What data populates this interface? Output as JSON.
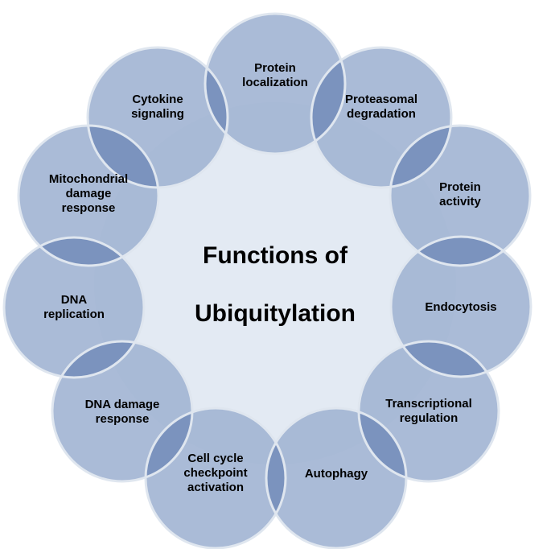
{
  "diagram": {
    "type": "radial-venn",
    "center_title_line1": "Functions of",
    "center_title_line2": "Ubiquitylation",
    "colors": {
      "center_fill": "#e3eaf3",
      "circle_fill": "#a3b5d4",
      "circle_stroke": "#dfe6ef",
      "overlap_fill": "#7b93be"
    },
    "nodes": [
      {
        "label": "Protein\nlocalization"
      },
      {
        "label": "Proteasomal\ndegradation"
      },
      {
        "label": "Protein\nactivity"
      },
      {
        "label": "Endocytosis"
      },
      {
        "label": "Transcriptional\nregulation"
      },
      {
        "label": "Autophagy"
      },
      {
        "label": "Cell cycle\ncheckpoint\nactivation"
      },
      {
        "label": "DNA  damage\nresponse"
      },
      {
        "label": "DNA\nreplication"
      },
      {
        "label": "Mitochondrial\ndamage\nresponse"
      },
      {
        "label": "Cytokine\nsignaling"
      }
    ]
  }
}
